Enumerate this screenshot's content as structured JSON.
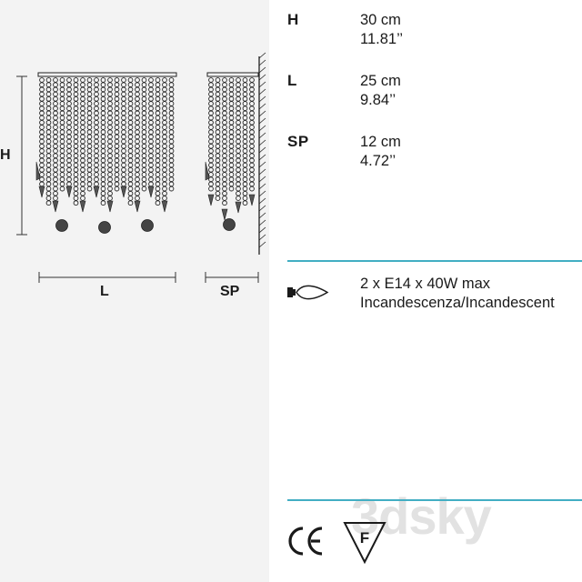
{
  "dimensions": {
    "height": {
      "key": "H",
      "metric": "30 cm",
      "imperial": "11.81’’"
    },
    "length": {
      "key": "L",
      "metric": "25 cm",
      "imperial": "9.84’’"
    },
    "depth": {
      "key": "SP",
      "metric": "12 cm",
      "imperial": "4.72’’"
    }
  },
  "drawing_labels": {
    "height": "H",
    "length": "L",
    "depth": "SP"
  },
  "bulb": {
    "icon": "candle-bulb-icon",
    "spec": "2 x E14 x 40W max",
    "type": "Incandescenza/Incandescent"
  },
  "certifications": {
    "ce": "CE",
    "f_mark": "F"
  },
  "watermark": "3dsky",
  "colors": {
    "accent_rule": "#42aec3",
    "left_panel_bg": "#f3f3f3",
    "line_art": "#222222"
  }
}
